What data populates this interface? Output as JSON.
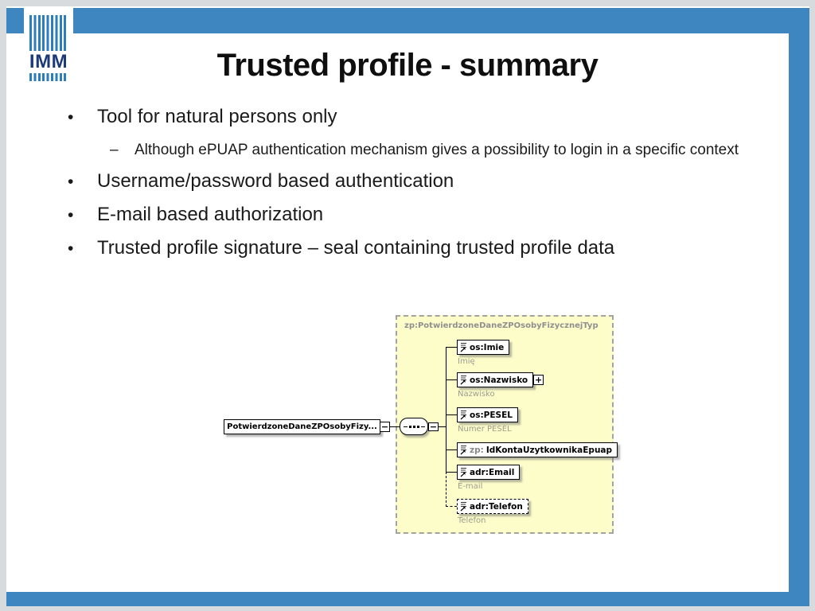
{
  "slide": {
    "logo_text": "IMM",
    "title": "Trusted profile - summary",
    "bullet_marker": "•",
    "sub_marker": "–",
    "bullets": [
      {
        "level": 1,
        "text": "Tool for natural persons only"
      },
      {
        "level": 2,
        "text": "Although ePUAP authentication mechanism gives a possibility to login in a specific context"
      },
      {
        "level": 1,
        "text": "Username/password based authentication"
      },
      {
        "level": 1,
        "text": "E-mail based authorization"
      },
      {
        "level": 1,
        "text": "Trusted profile signature – seal containing trusted profile data"
      }
    ]
  },
  "diagram": {
    "container_label": "zp:PotwierdzoneDaneZPOsobyFizycznejTyp",
    "root_label": "PotwierdzoneDaneZPOsobyFizy...",
    "minus_glyph": "−",
    "plus_glyph": "+",
    "elements": [
      {
        "label": "os:Imie",
        "annotation": "Imię"
      },
      {
        "label": "os:Nazwisko",
        "annotation": "Nazwisko",
        "expandable": true
      },
      {
        "label": "os:PESEL",
        "annotation": "Numer PESEL"
      },
      {
        "prefix": "zp:",
        "label": "IdKontaUzytkownikaEpuap",
        "annotation": ""
      },
      {
        "label": "adr:Email",
        "annotation": "E-mail"
      },
      {
        "label": "adr:Telefon",
        "annotation": "Telefon",
        "optional": true
      }
    ]
  },
  "colors": {
    "frame_blue": "#3e86bf",
    "page_margin_gray": "#d7dbde",
    "logo_stripe_blue": "#2b7dbd",
    "logo_text_navy": "#1c3a78",
    "diagram_background": "#fdfdca",
    "diagram_border_gray": "#a3a3a3",
    "annotation_gray": "#9c9c8e",
    "container_label_gray": "#8f8f8f"
  }
}
